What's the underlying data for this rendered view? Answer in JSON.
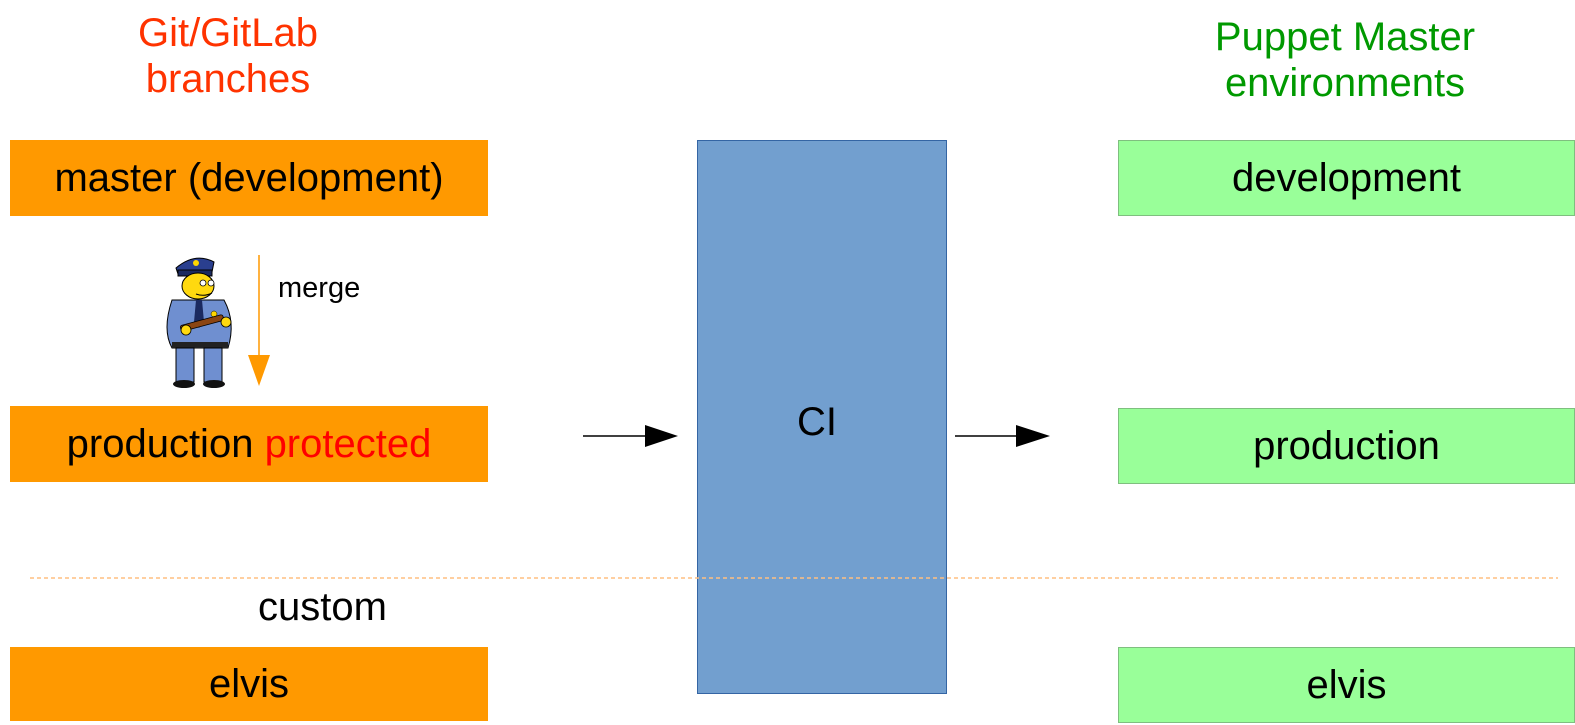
{
  "headings": {
    "left": "Git/GitLab\nbranches",
    "right": "Puppet Master\nenvironments"
  },
  "branches": {
    "master": "master (development)",
    "production": "production ",
    "production_protected": "protected",
    "elvis": "elvis"
  },
  "ci": {
    "label": "CI"
  },
  "environments": {
    "development": "development",
    "production": "production",
    "elvis": "elvis"
  },
  "merge_label": "merge",
  "custom_label": "custom",
  "colors": {
    "left_heading": "#ff3300",
    "right_heading": "#009900",
    "branch_fill": "#ff9900",
    "env_fill": "#99ff99",
    "ci_fill": "#729fcf",
    "protected_text": "#ff0000",
    "merge_arrow": "#ff9900",
    "separator": "#ffbf80"
  },
  "icons": {
    "policeman": "police-officer-icon"
  }
}
